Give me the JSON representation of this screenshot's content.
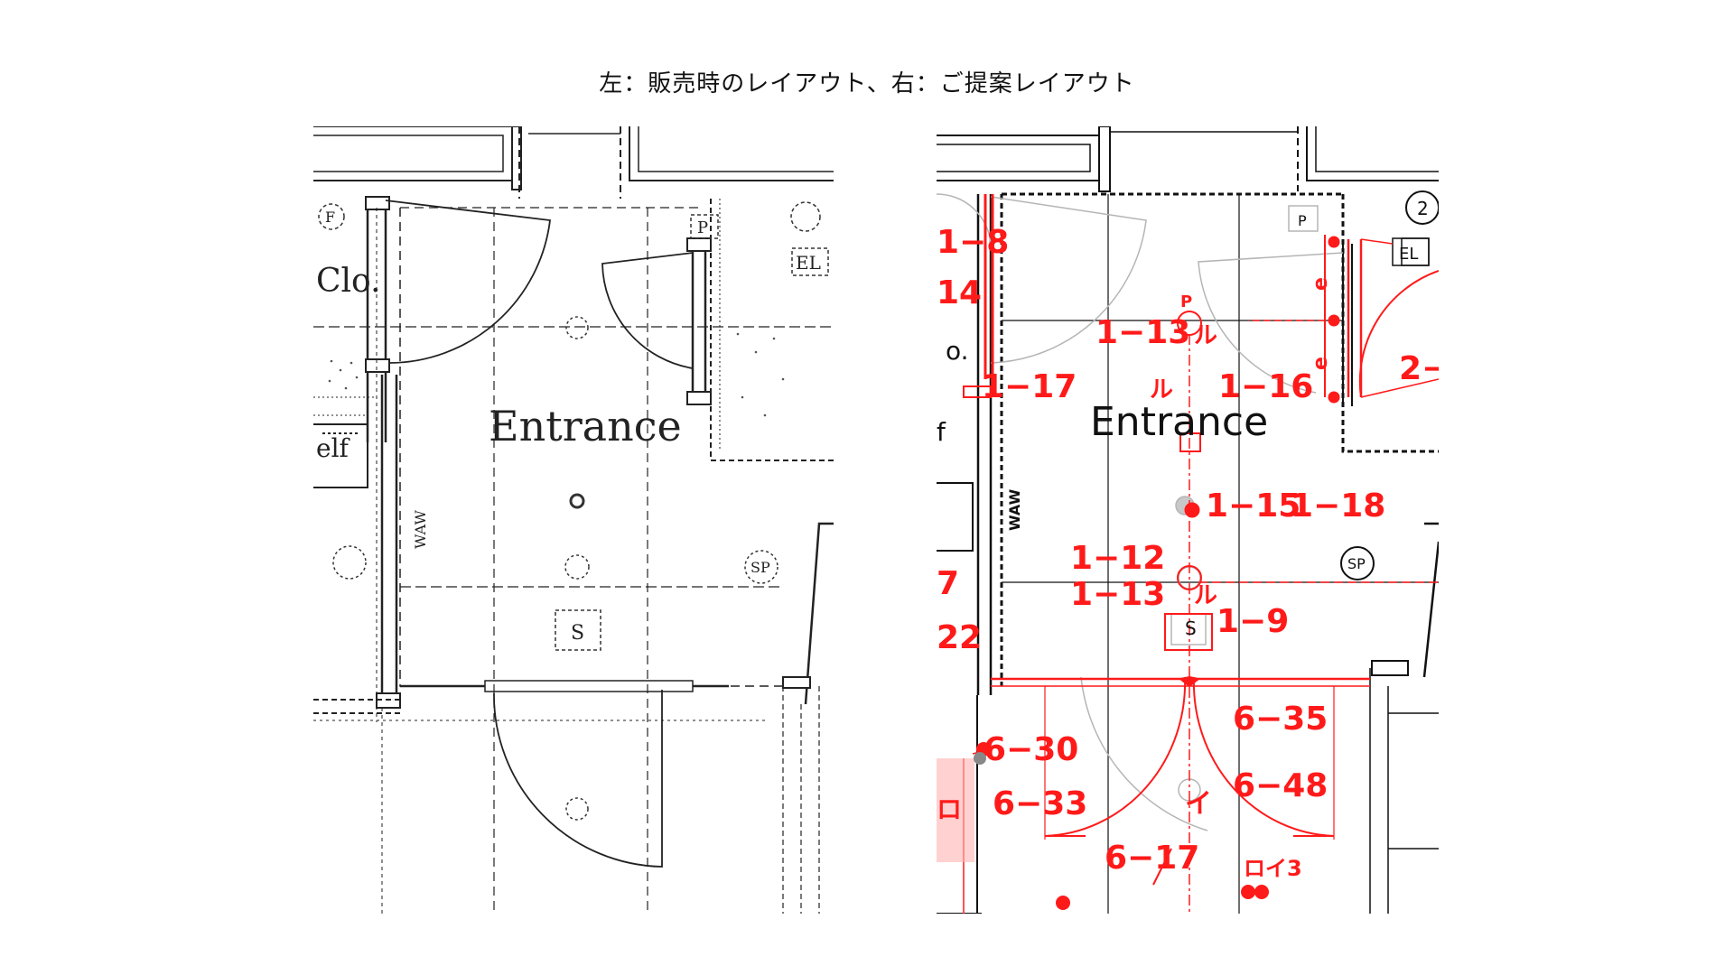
{
  "caption": "左：販売時のレイアウト、右：ご提案レイアウト",
  "left": {
    "room_label": "Entrance",
    "labels": {
      "clo": "Clo.",
      "elf": "elf",
      "p": "P",
      "el": "EL",
      "s": "S",
      "f": "F",
      "sp": "SP",
      "waw": "WAW"
    }
  },
  "right": {
    "room_label": "Entrance",
    "labels": {
      "p": "P",
      "el": "EL",
      "n2": "2",
      "s": "S",
      "sp": "SP",
      "waw": "WAW",
      "o": "o.",
      "f": "f"
    },
    "red_labels": {
      "a1": "1−8",
      "a2": "14",
      "a3": "1−13",
      "a4": "1−17",
      "a5": "1−16",
      "a6": "1−15",
      "a7": "1−18",
      "a8": "1−12",
      "a9": "1−13",
      "a10": "1−9",
      "a11": "6−35",
      "a12": "6−30",
      "a13": "6−33",
      "a14": "6−48",
      "a15": "6−17",
      "a16": "2−",
      "a17": "7",
      "a18": "22",
      "e1": "e",
      "e2": "e",
      "ru1": "ル",
      "ru2": "ル",
      "ru3": "ル",
      "i1": "イ",
      "ro1": "ロ",
      "roi3": "ロイ3",
      "p2": "P"
    }
  }
}
